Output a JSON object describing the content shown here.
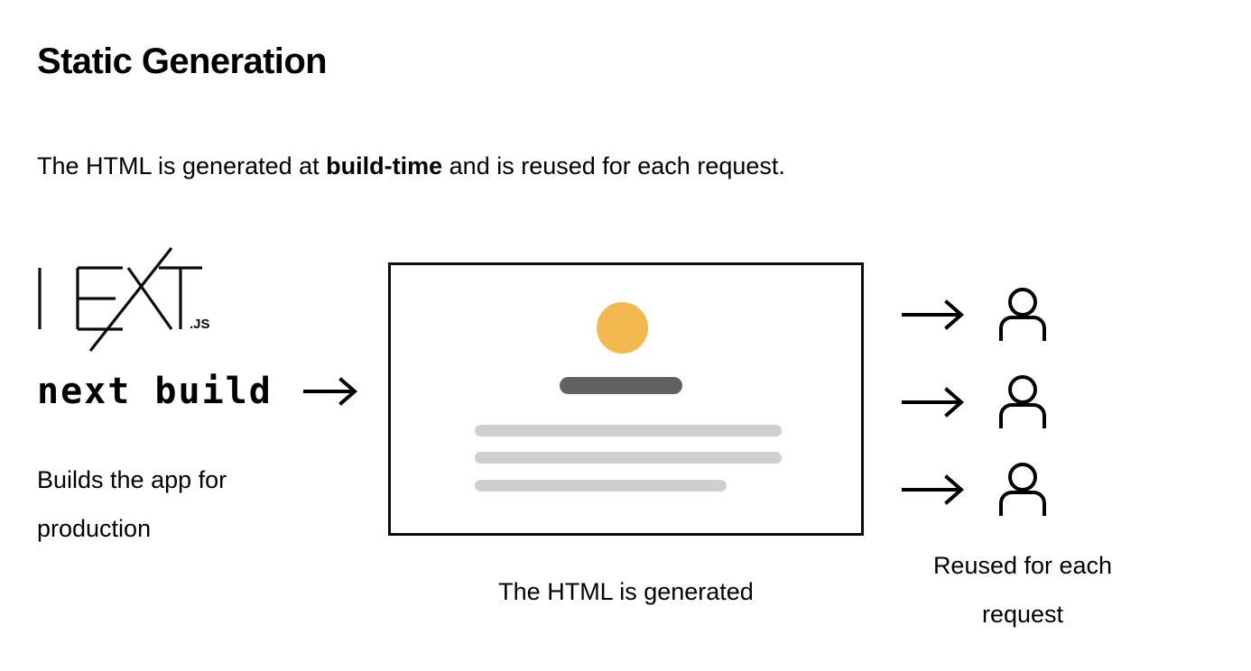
{
  "heading": {
    "title": "Static Generation"
  },
  "subtitle": {
    "before": "The HTML is generated at ",
    "emphasis": "build-time",
    "after": " and is reused for each request."
  },
  "left_column": {
    "logo_name": "NEXT",
    "logo_suffix": ".JS",
    "command": "next build",
    "arrow_glyph": "arrow-right",
    "caption": "Builds the app for\nproduction"
  },
  "mockup": {
    "hero_icon": "orange-circle",
    "title_bar": "dark-title-placeholder",
    "text_lines": [
      "line-1",
      "line-2",
      "line-3"
    ],
    "caption": "The HTML is generated"
  },
  "requests": {
    "rows": [
      {
        "arrow": "arrow-right",
        "client": "person-icon"
      },
      {
        "arrow": "arrow-right",
        "client": "person-icon"
      },
      {
        "arrow": "arrow-right",
        "client": "person-icon"
      }
    ],
    "caption": "Reused for each\nrequest"
  },
  "colors": {
    "background": "#ffffff",
    "ink": "#000000",
    "accent_orange": "#f4b850",
    "title_bar_gray": "#616161",
    "text_line_gray": "#cfcfcf",
    "box_border": "#0c0c0c"
  }
}
